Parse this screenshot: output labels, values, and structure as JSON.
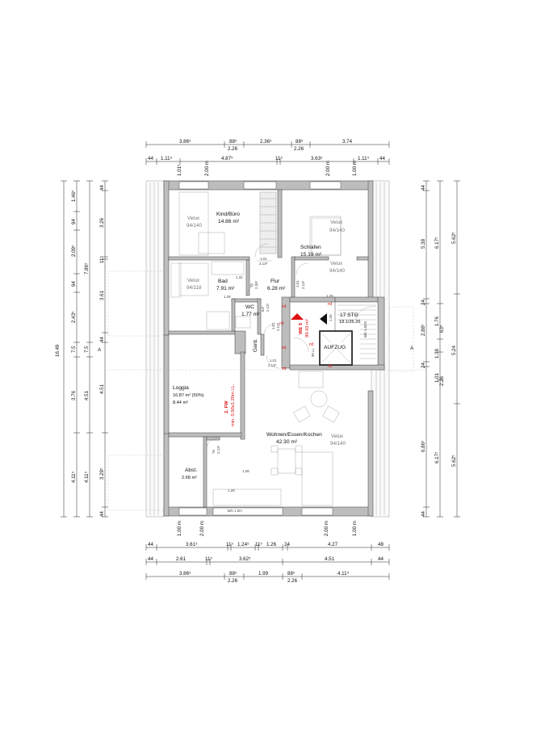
{
  "dims_top_row1": [
    "3.86⁵",
    "88⁵",
    "2.36⁵",
    "88⁵",
    "3.74"
  ],
  "dims_top_row1b": [
    "2.26",
    "2.26"
  ],
  "dims_top_row2": [
    "44",
    "1.11⁵",
    "4.87⁵",
    "11⁵",
    "3.63⁵",
    "1.11⁵",
    "44"
  ],
  "dims_top_heights": [
    "1.01⁵",
    "2.00 m",
    "2.00 m",
    "1.00 m"
  ],
  "dims_left_outer": [
    "16.49"
  ],
  "dims_left_mid": [
    "1.46⁵",
    "94",
    "2.09⁵",
    "94",
    "2.43⁵",
    "7.5",
    "3.76",
    "4.11⁵"
  ],
  "dims_left_mid_b": [
    "7.86⁵"
  ],
  "dims_left_inner": [
    "44",
    "3.26",
    "11⁵",
    "3.61",
    "44",
    "4.51",
    "3.29⁵",
    "44"
  ],
  "dims_right_inner": [
    "44",
    "5.38",
    "24",
    "2.88⁵",
    "1.01",
    "24",
    "6.86⁵",
    "44"
  ],
  "dims_right_mid": [
    "6.17⁵",
    "1.76",
    "63⁵",
    "1.39",
    "2.26",
    "6.17⁵"
  ],
  "dims_right_outer": [
    "5.62⁵",
    "5.24",
    "5.62⁵"
  ],
  "dims_bottom_heights": [
    "1.00 m",
    "2.00 m",
    "2.00 m",
    "1.00 m"
  ],
  "dims_bottom_row1": [
    "44",
    "3.61⁵",
    "11⁵",
    "1.24⁵",
    "11⁵",
    "1.26",
    "24",
    "4.27",
    "48"
  ],
  "dims_bottom_row2": [
    "44",
    "2.61",
    "11⁵",
    "3.62⁵",
    "4.51",
    "44"
  ],
  "dims_bottom_row3": [
    "3.86⁵",
    "88⁵",
    "1.99",
    "88⁵",
    "4.11⁵"
  ],
  "dims_bottom_row3b": [
    "2.26",
    "2.26"
  ],
  "rooms": {
    "kind": {
      "name": "Kind/Büro",
      "area": "14.86 m²"
    },
    "schlafen": {
      "name": "Schlafen",
      "area": "15.19 m²"
    },
    "bad": {
      "name": "Bad",
      "area": "7.91 m²"
    },
    "flur": {
      "name": "Flur",
      "area": "6.28 m²"
    },
    "wc": {
      "name": "WC",
      "area": "1.77 m²"
    },
    "we": {
      "name": "WE 5",
      "area": "99.43 m²"
    },
    "loggia": {
      "name": "Loggia",
      "area1": "16.87 m² (50%)",
      "area2": "8.44 m²"
    },
    "wohnen": {
      "name": "Wohnen/Essen/Kochen",
      "area": "42.30 m²"
    },
    "abst": {
      "name": "Abst.",
      "area": "2.68 m²"
    },
    "stairs": {
      "name": "17 STG",
      "ratio": "18.1/26.26"
    },
    "aufzug": {
      "name": "AUFZUG"
    },
    "gard": {
      "name": "Gard."
    }
  },
  "velux": [
    {
      "name": "Velux",
      "size": "94/140"
    },
    {
      "name": "Velux",
      "size": "94/140"
    },
    {
      "name": "Velux",
      "size": "94/140"
    },
    {
      "name": "Velux",
      "size": "94/118"
    },
    {
      "name": "Velux",
      "size": "94/140"
    }
  ],
  "notes": {
    "fbw_1": "2. FW",
    "fbw_2": "min. 0.90x1.20m l.L.",
    "rd": "rd",
    "section_mark": "A",
    "door_kind": "1.01",
    "door_kind_h": "2.13⁵",
    "door_flur": "1.01",
    "door_flur_h": "2.13⁵",
    "door_bad": "76",
    "door_bad_h": "2.13⁵",
    "door_wc": "63⁵",
    "door_wc_h": "2.13⁵",
    "door_entry": "1.01",
    "door_entry_h": "2.13⁵",
    "door_main": "1.01",
    "door_main_h": "2.13⁵",
    "door_abst": "76",
    "door_abst_h": "2.13⁵",
    "elev_w": "90 LL",
    "elev_w2": "1.26",
    "stair_w": "1.26",
    "stair_note": "Brh 1.00m",
    "bottom_note": "Brh 1.0m",
    "sill_small": "1.28",
    "h_1_32": "1.32",
    "h_1_29": "1.29",
    "h_1_20": "1.20",
    "h_1_29b": "1.29",
    "h_1_28": "1.28",
    "h_1_25": "1.25"
  }
}
